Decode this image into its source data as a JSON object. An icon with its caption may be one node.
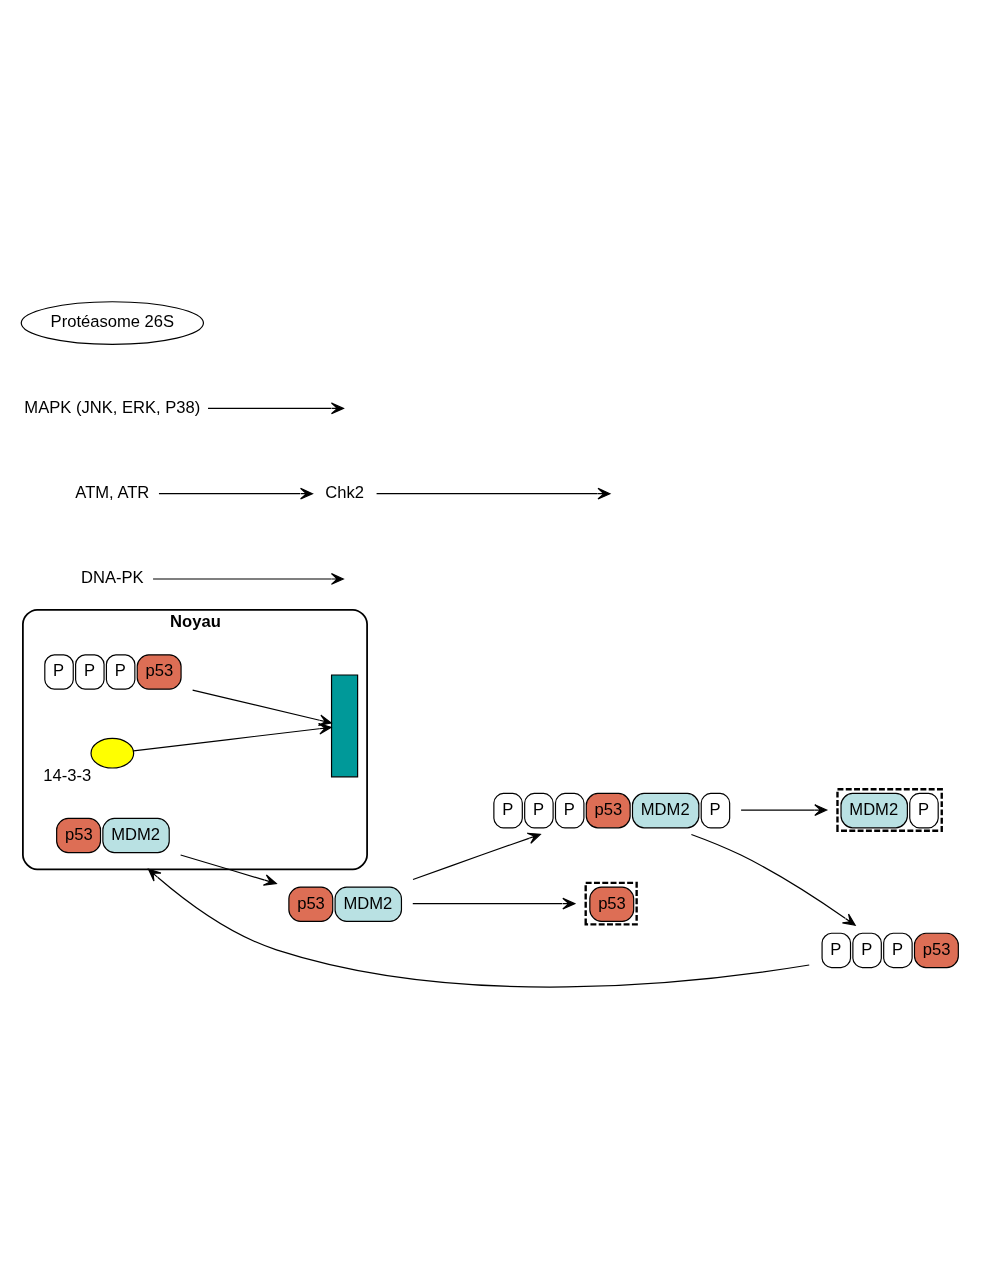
{
  "diagram": {
    "nodes": [
      {
        "text": [
          "Noyau"
        ]
      },
      {
        "text": [
          "p53",
          "MDM2"
        ],
        "in": 0
      },
      {
        "text": [],
        "shape": "bar",
        "in": 0
      },
      {
        "text": [
          "P",
          "P",
          "P",
          "p53"
        ],
        "in": 0
      },
      {
        "text": [],
        "shape": "ellipse",
        "beside": [
          "14-3-3"
        ],
        "in": 0
      },
      {
        "text": [
          "p53",
          "MDM2"
        ]
      },
      {
        "text": [
          "DNA-PK"
        ]
      },
      {
        "text": [
          "Chk2"
        ]
      },
      {
        "text": [
          "ATM, ATR"
        ]
      },
      {
        "text": [
          "MAPK (JNK, ERK, P38)"
        ]
      },
      {
        "text": [
          "P",
          "P",
          "P",
          "p53",
          "MDM2",
          "P"
        ]
      },
      {
        "text": [
          "P",
          "P",
          "P",
          "p53"
        ]
      },
      {
        "text": [
          "p53"
        ]
      },
      {
        "text": [
          "MDM2",
          "P"
        ]
      },
      {
        "text": [
          "Protéasome 26S"
        ]
      }
    ],
    "edges": [
      {
        "from": 1,
        "to": 5,
        "arrow": "to"
      },
      {
        "from": 3,
        "to": 2,
        "arrow": "to"
      },
      {
        "from": 4,
        "to": 2,
        "arrow": "to"
      },
      {
        "from": 5,
        "to": 12,
        "arrow": "to"
      },
      {
        "from": 5,
        "to": 10,
        "arrow": "to"
      },
      {
        "from": 6,
        "to": null,
        "arrow": "to"
      },
      {
        "from": 7,
        "to": null,
        "arrow": "to"
      },
      {
        "from": 9,
        "to": null,
        "arrow": "to"
      },
      {
        "from": 8,
        "to": 7,
        "arrow": "to"
      },
      {
        "from": 10,
        "to": 13,
        "arrow": "to"
      },
      {
        "from": 10,
        "to": 11,
        "arrow": "to"
      },
      {
        "from": 11,
        "to": 0,
        "arrow": "to"
      }
    ]
  }
}
